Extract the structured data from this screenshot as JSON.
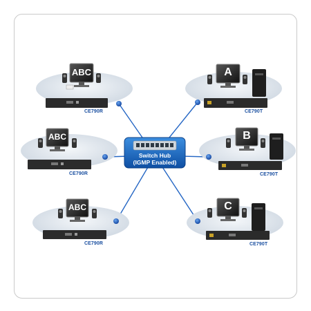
{
  "hub": {
    "title": "Switch Hub",
    "subtitle": "(IGMP Enabled)"
  },
  "receivers": [
    {
      "label": "CE790R",
      "screen": "ABC"
    },
    {
      "label": "CE790R",
      "screen": "ABC"
    },
    {
      "label": "CE790R",
      "screen": "ABC"
    }
  ],
  "transmitters": [
    {
      "label": "CE790T",
      "screen": "A"
    },
    {
      "label": "CE790T",
      "screen": "B"
    },
    {
      "label": "CE790T",
      "screen": "C"
    }
  ],
  "colors": {
    "link": "#1e5fbf",
    "hub": "#1a6fc4",
    "platform": "#dfe6ee",
    "device": "#2a2a2a"
  }
}
